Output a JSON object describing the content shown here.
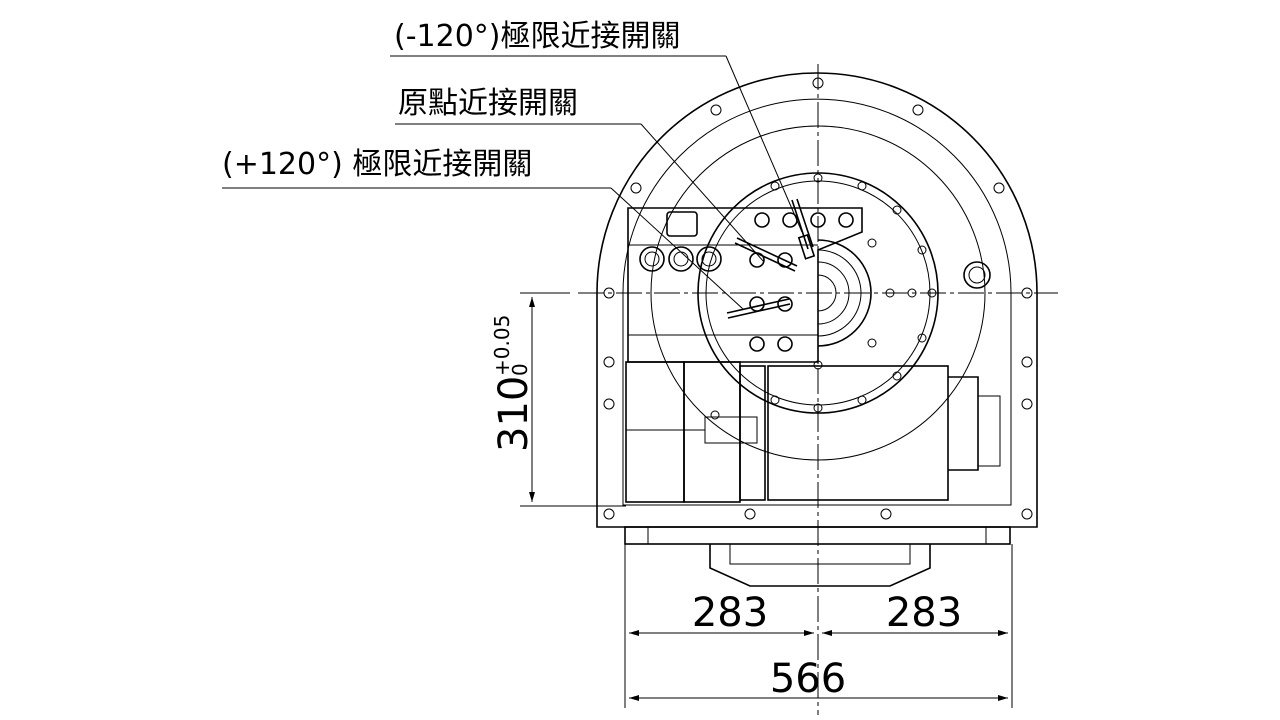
{
  "callouts": {
    "neg_limit": "(-120°)極限近接開關",
    "origin": "原點近接開關",
    "pos_limit": "(+120°) 極限近接開關"
  },
  "dimensions": {
    "height_value": "310",
    "height_upper_tol": "+0.05",
    "height_lower_tol": "0",
    "half_left": "283",
    "half_right": "283",
    "total_width": "566"
  }
}
